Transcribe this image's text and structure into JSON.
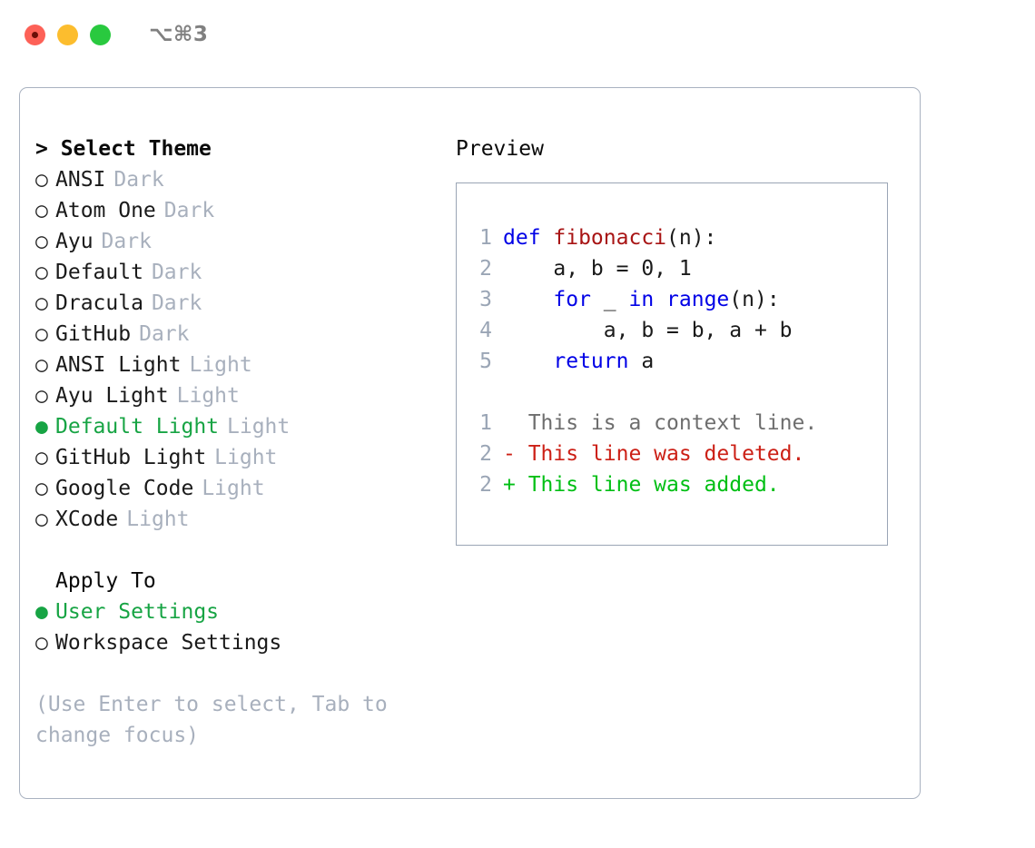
{
  "window": {
    "title": "⌥⌘3",
    "controls": [
      {
        "name": "close",
        "color": "#fd6157"
      },
      {
        "name": "minimize",
        "color": "#fcbd2e"
      },
      {
        "name": "maximize",
        "color": "#29c93f"
      }
    ]
  },
  "theme_section": {
    "header": "> Select Theme",
    "radio_on": "●",
    "radio_off": "○",
    "options": [
      {
        "label": "ANSI",
        "tag": "Dark",
        "selected": false
      },
      {
        "label": "Atom One",
        "tag": "Dark",
        "selected": false
      },
      {
        "label": "Ayu",
        "tag": "Dark",
        "selected": false
      },
      {
        "label": "Default",
        "tag": "Dark",
        "selected": false
      },
      {
        "label": "Dracula",
        "tag": "Dark",
        "selected": false
      },
      {
        "label": "GitHub",
        "tag": "Dark",
        "selected": false
      },
      {
        "label": "ANSI Light",
        "tag": "Light",
        "selected": false
      },
      {
        "label": "Ayu Light",
        "tag": "Light",
        "selected": false
      },
      {
        "label": "Default Light",
        "tag": "Light",
        "selected": true
      },
      {
        "label": "GitHub Light",
        "tag": "Light",
        "selected": false
      },
      {
        "label": "Google Code",
        "tag": "Light",
        "selected": false
      },
      {
        "label": "XCode",
        "tag": "Light",
        "selected": false
      }
    ]
  },
  "apply_section": {
    "header": "Apply To",
    "options": [
      {
        "label": "User Settings",
        "selected": true
      },
      {
        "label": "Workspace Settings",
        "selected": false
      }
    ]
  },
  "hint": "(Use Enter to select, Tab to change focus)",
  "preview": {
    "title": "Preview",
    "code_lines": [
      {
        "num": "1",
        "tokens": [
          {
            "t": "def ",
            "k": "kw"
          },
          {
            "t": "fibonacci",
            "k": "fn"
          },
          {
            "t": "(n):",
            "k": "pl"
          }
        ]
      },
      {
        "num": "2",
        "tokens": [
          {
            "t": "    a, b = 0, 1",
            "k": "pl"
          }
        ]
      },
      {
        "num": "3",
        "tokens": [
          {
            "t": "    ",
            "k": "pl"
          },
          {
            "t": "for",
            "k": "kw"
          },
          {
            "t": " _ ",
            "k": "pl"
          },
          {
            "t": "in",
            "k": "kw"
          },
          {
            "t": " ",
            "k": "pl"
          },
          {
            "t": "range",
            "k": "kw"
          },
          {
            "t": "(n):",
            "k": "pl"
          }
        ]
      },
      {
        "num": "4",
        "tokens": [
          {
            "t": "        a, b = b, a + b",
            "k": "pl"
          }
        ]
      },
      {
        "num": "5",
        "tokens": [
          {
            "t": "    ",
            "k": "pl"
          },
          {
            "t": "return",
            "k": "kw"
          },
          {
            "t": " a",
            "k": "pl"
          }
        ]
      }
    ],
    "diff_lines": [
      {
        "num": "1",
        "marker": "  ",
        "text": "This is a context line.",
        "kind": "ctx"
      },
      {
        "num": "2",
        "marker": "- ",
        "text": "This line was deleted.",
        "kind": "del"
      },
      {
        "num": "2",
        "marker": "+ ",
        "text": "This line was added.",
        "kind": "add"
      }
    ]
  },
  "colors": {
    "accent_green": "#17a444",
    "muted_gray": "#a8b0bd",
    "keyword_blue": "#0000e6",
    "function_red": "#a81414",
    "diff_delete": "#cc2016",
    "diff_add": "#00bf14",
    "border": "#a9b2c0"
  }
}
